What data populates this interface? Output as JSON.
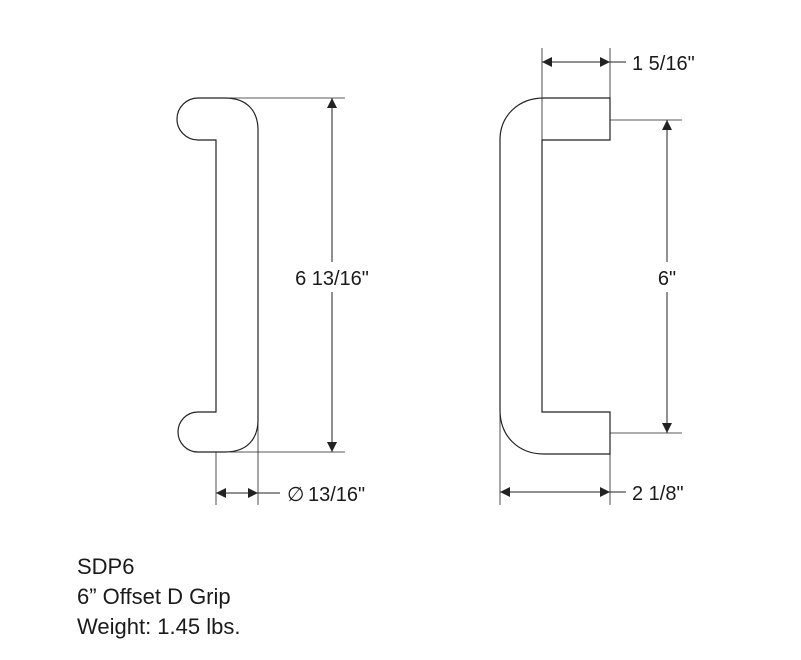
{
  "dimensions": {
    "overall_height": "6 13/16\"",
    "diameter": "13/16\"",
    "diameter_symbol": "∅",
    "offset": "1 5/16\"",
    "center_to_center": "6\"",
    "projection": "2 1/8\""
  },
  "caption": {
    "model": "SDP6",
    "description": "6” Offset D Grip",
    "weight": "Weight: 1.45 lbs."
  },
  "colors": {
    "line": "#222222",
    "text": "#1a1a1a"
  }
}
